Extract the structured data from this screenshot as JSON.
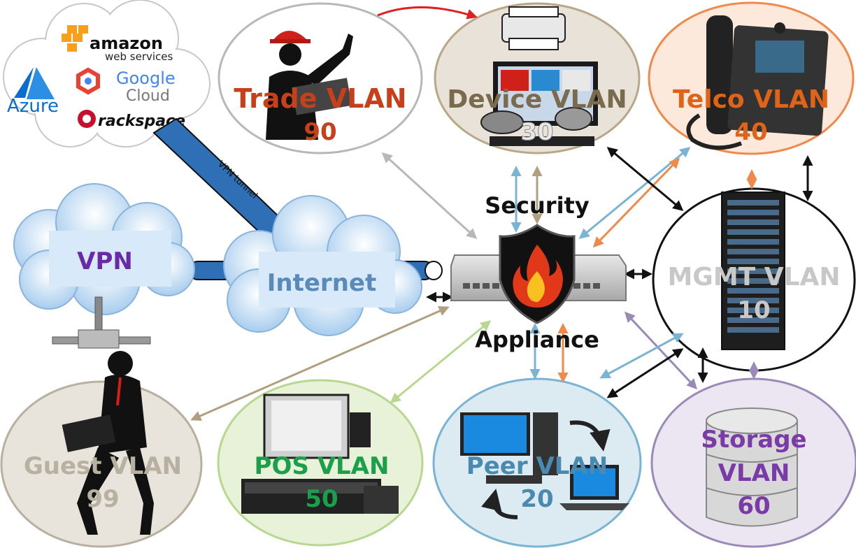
{
  "cloud_providers": {
    "amazon": "amazon",
    "aws_sub": "web services",
    "google": "Google",
    "google_sub": "Cloud",
    "azure": "Azure",
    "rackspace": "rackspace"
  },
  "vpn_tunnel_label": "VPN tunnel",
  "vpn": {
    "label": "VPN"
  },
  "internet": {
    "label": "Internet"
  },
  "security_appliance": {
    "line1": "Security",
    "line2": "Appliance"
  },
  "vlans": {
    "trade": {
      "name": "Trade VLAN",
      "id": "90",
      "color": "#c8401a"
    },
    "device": {
      "name": "Device VLAN",
      "id": "30",
      "color": "#7a6a4e"
    },
    "telco": {
      "name": "Telco VLAN",
      "id": "40",
      "color": "#e06418"
    },
    "mgmt": {
      "name": "MGMT VLAN",
      "id": "10",
      "color": "#c8c8c8"
    },
    "guest": {
      "name": "Guest VLAN",
      "id": "99",
      "color": "#b8b0a0"
    },
    "pos": {
      "name": "POS VLAN",
      "id": "50",
      "color": "#1aa04a"
    },
    "peer": {
      "name": "Peer VLAN",
      "id": "20",
      "color": "#4a8ab0"
    },
    "storage": {
      "name1": "Storage",
      "name2": "VLAN",
      "id": "60",
      "color": "#7a3aa8"
    }
  },
  "colors": {
    "tunnel": "#2e6fb5",
    "cloud": "#d4e8f8",
    "black_link": "#111111",
    "blue_link": "#7ab4d4",
    "orange_link": "#f08a4b",
    "tan_link": "#b0a080",
    "gray_link": "#b8b8b8",
    "green_link": "#b8d890",
    "purple_link": "#9a8ab8",
    "red_link": "#e02020"
  }
}
